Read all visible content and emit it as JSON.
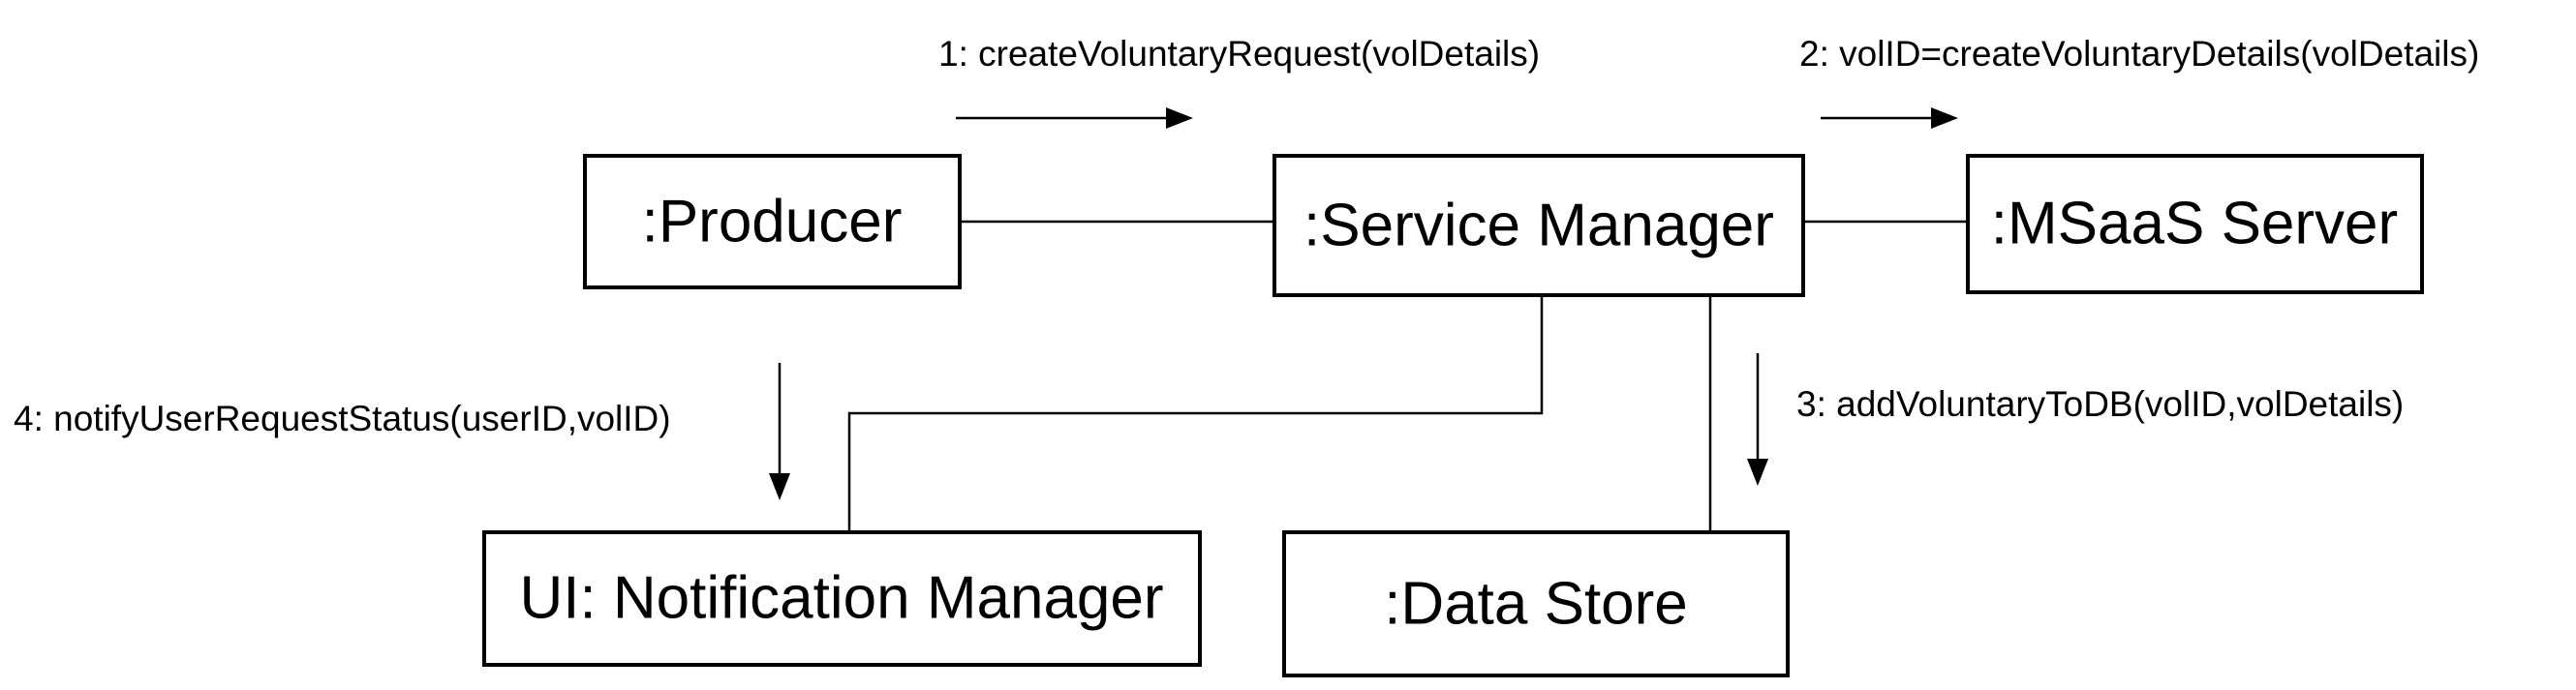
{
  "objects": {
    "producer": ":Producer",
    "service_manager": ":Service Manager",
    "msaas_server": ":MSaaS Server",
    "notification_manager": "UI: Notification Manager",
    "data_store": ":Data Store"
  },
  "messages": {
    "m1": "1: createVoluntaryRequest(volDetails)",
    "m2": "2: volID=createVoluntaryDetails(volDetails)",
    "m3": "3: addVoluntaryToDB(volID,volDetails)",
    "m4": "4: notifyUserRequestStatus(userID,volID)"
  }
}
